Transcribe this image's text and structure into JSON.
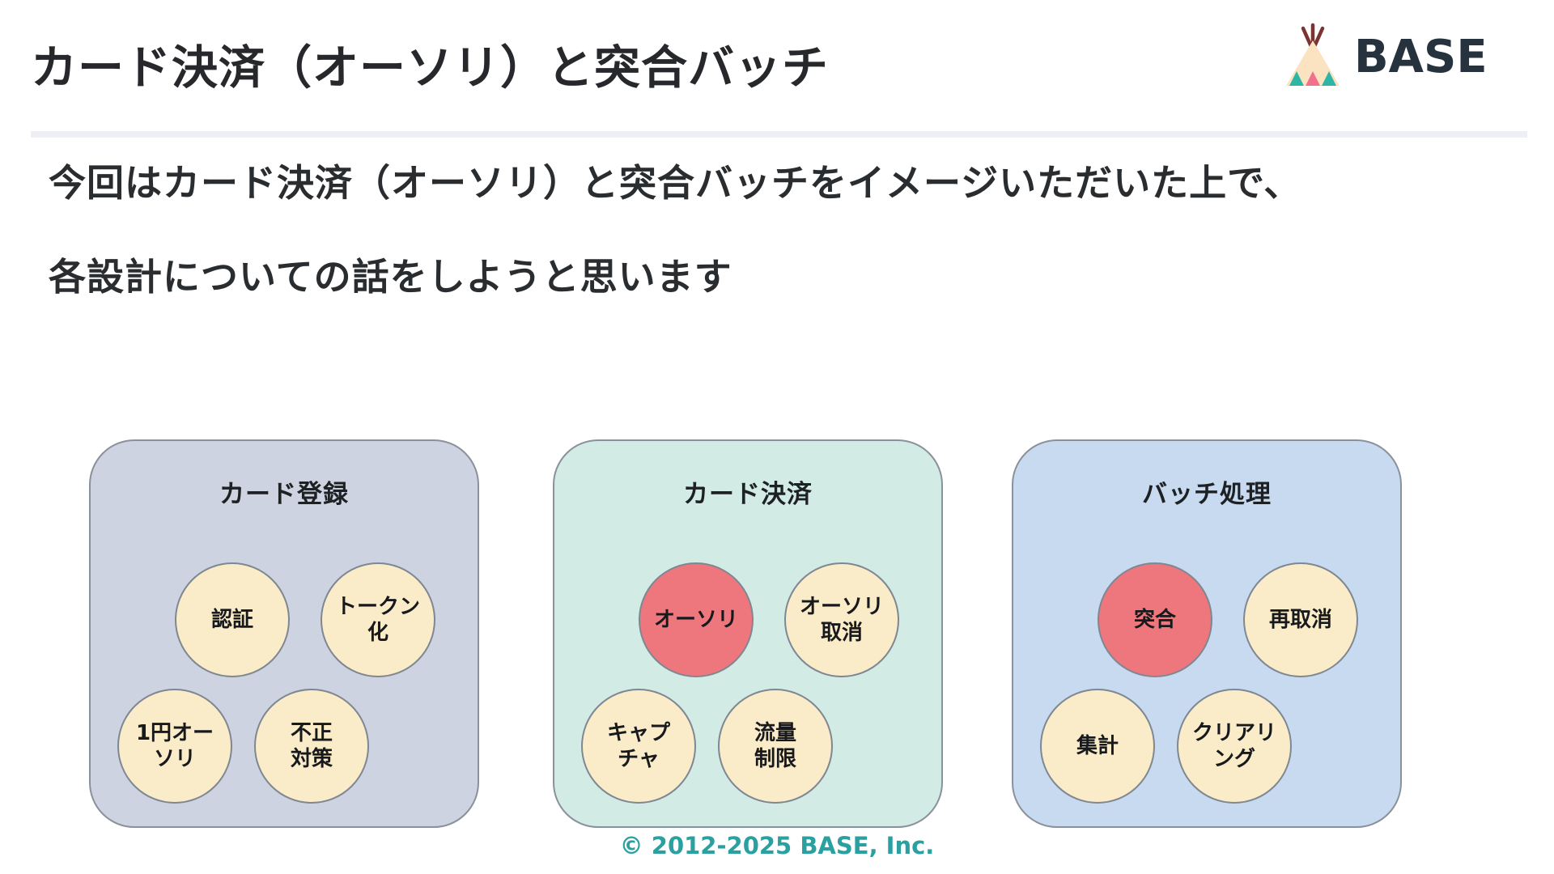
{
  "slide": {
    "title": "カード決済（オーソリ）と突合バッチ",
    "intro_lines": [
      "今回はカード決済（オーソリ）と突合バッチをイメージいただいた上で、",
      "各設計についての話をしようと思います"
    ],
    "footer": "© 2012-2025 BASE, Inc."
  },
  "logo": {
    "text": "BASE",
    "icon": "teepee-icon",
    "colors": {
      "tent": "#fbe3c1",
      "poles": "#7a3431",
      "triangle_teal": "#2fb5a6",
      "triangle_pink": "#f2708c",
      "text": "#26323e"
    }
  },
  "colors": {
    "title_text": "#26282b",
    "body_text": "#2a2d30",
    "divider": "#edeff4",
    "circle_normal": "#faecc8",
    "circle_highlight": "#ee777d",
    "circle_border": "#7f8792",
    "group_border": "#8a919b",
    "footer_text": "#2ba0a0"
  },
  "groups": [
    {
      "title": "カード登録",
      "bg": "#cdd3e0",
      "circles": [
        {
          "label": "認証",
          "type": "normal"
        },
        {
          "label": "トークン\n化",
          "type": "normal"
        },
        {
          "label": "1円オー\nソリ",
          "type": "normal"
        },
        {
          "label": "不正\n対策",
          "type": "normal"
        }
      ]
    },
    {
      "title": "カード決済",
      "bg": "#d2ebe5",
      "circles": [
        {
          "label": "オーソリ",
          "type": "highlight"
        },
        {
          "label": "オーソリ\n取消",
          "type": "normal"
        },
        {
          "label": "キャプ\nチャ",
          "type": "normal"
        },
        {
          "label": "流量\n制限",
          "type": "normal"
        }
      ]
    },
    {
      "title": "バッチ処理",
      "bg": "#c8daf0",
      "circles": [
        {
          "label": "突合",
          "type": "highlight"
        },
        {
          "label": "再取消",
          "type": "normal"
        },
        {
          "label": "集計",
          "type": "normal"
        },
        {
          "label": "クリアリ\nング",
          "type": "normal"
        }
      ]
    }
  ]
}
